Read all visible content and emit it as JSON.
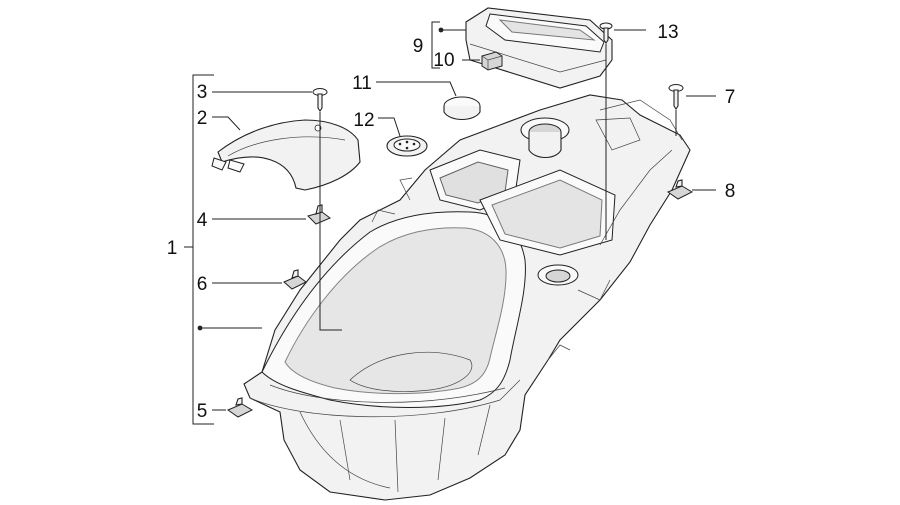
{
  "callouts": [
    {
      "id": "c1",
      "text": "1"
    },
    {
      "id": "c2",
      "text": "2"
    },
    {
      "id": "c3",
      "text": "3"
    },
    {
      "id": "c4",
      "text": "4"
    },
    {
      "id": "c5",
      "text": "5"
    },
    {
      "id": "c6",
      "text": "6"
    },
    {
      "id": "c7",
      "text": "7"
    },
    {
      "id": "c8",
      "text": "8"
    },
    {
      "id": "c9",
      "text": "9"
    },
    {
      "id": "c10",
      "text": "10"
    },
    {
      "id": "c11",
      "text": "11"
    },
    {
      "id": "c12",
      "text": "12"
    },
    {
      "id": "c13",
      "text": "13"
    }
  ]
}
